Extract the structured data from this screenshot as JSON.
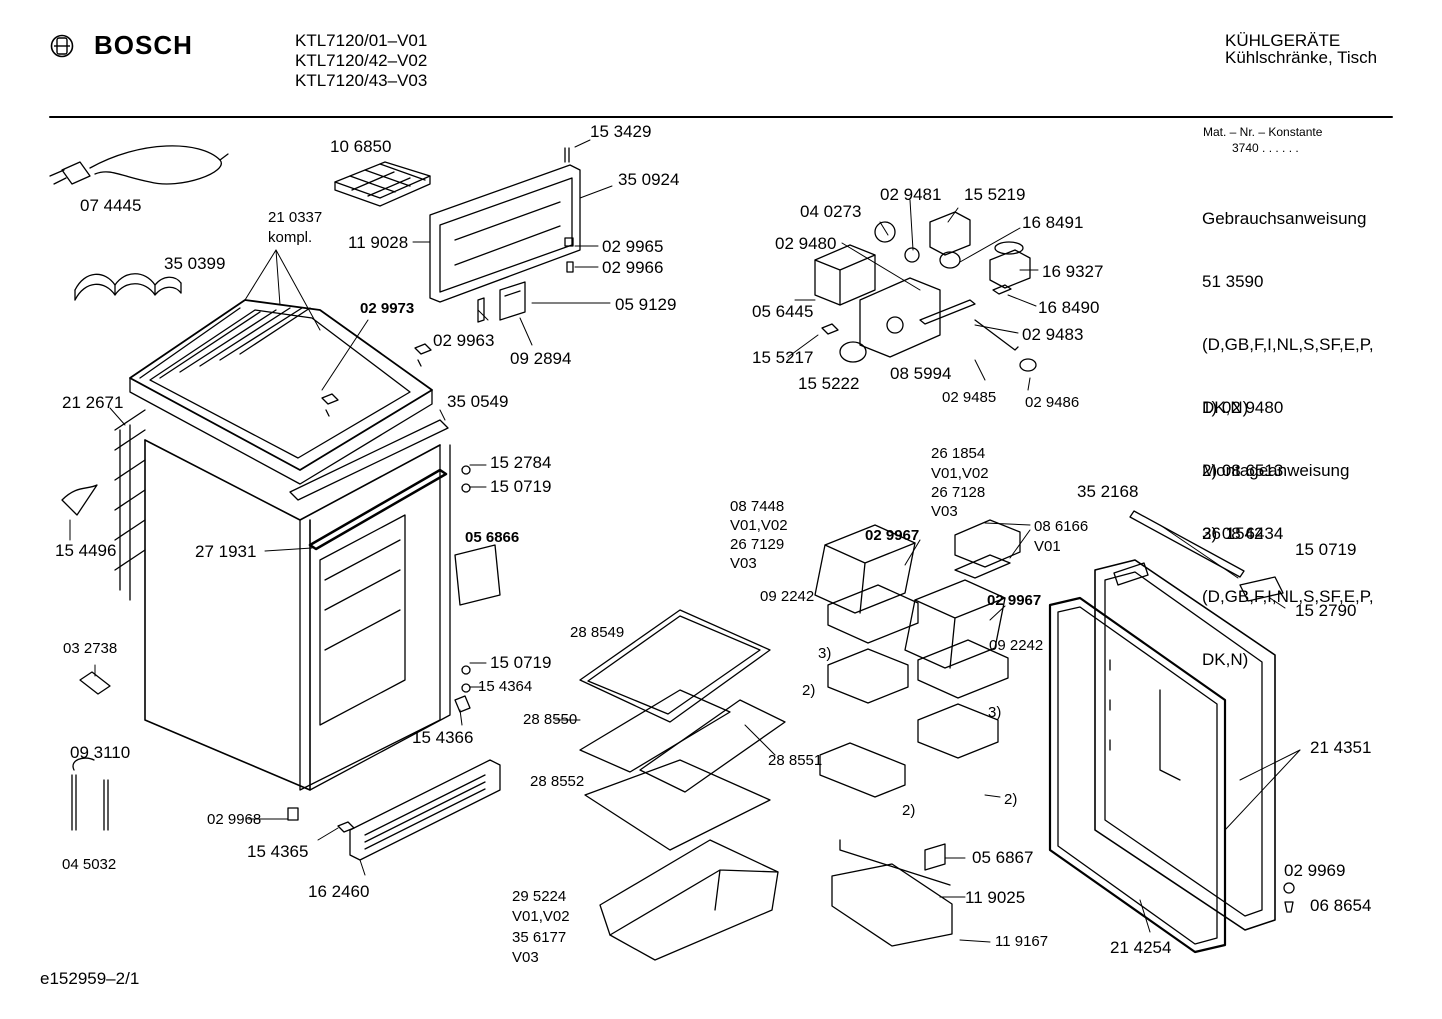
{
  "header": {
    "brand": "BOSCH",
    "models": [
      "KTL7120/01–V01",
      "KTL7120/42–V02",
      "KTL7120/43–V03"
    ],
    "category": "KÜHLGERÄTE",
    "subcategory": "Kühlschränke, Tisch",
    "logo_icon": "bosch-armature-logo-icon"
  },
  "sidebar": {
    "mat_label": "Mat. – Nr. – Konstante",
    "mat_value": "3740  .  .    .  .  .  .",
    "notes": [
      "Gebrauchsanweisung",
      "51 3590",
      "(D,GB,F,I,NL,S,SF,E,P,",
      "DK,N)",
      "Montageanweisung",
      "26 1542",
      "(D,GB,F,I,NL,S,SF,E,P,",
      "DK,N)"
    ],
    "footnotes": [
      "1) 02 9480",
      "2) 08 6513",
      "3) 08 6434"
    ]
  },
  "footer": {
    "doc_id": "e152959–2/1"
  },
  "parts": [
    {
      "id": "p1",
      "text": "07 4445"
    },
    {
      "id": "p2",
      "text": "10 6850"
    },
    {
      "id": "p3",
      "text": "15 3429"
    },
    {
      "id": "p4",
      "text": "35 0924"
    },
    {
      "id": "p5",
      "text": "21 0337"
    },
    {
      "id": "p6",
      "text": "kompl."
    },
    {
      "id": "p7",
      "text": "11 9028"
    },
    {
      "id": "p8",
      "text": "02 9965"
    },
    {
      "id": "p9",
      "text": "02 9966"
    },
    {
      "id": "p10",
      "text": "35 0399"
    },
    {
      "id": "p11",
      "text": "02 9973",
      "bold": true
    },
    {
      "id": "p12",
      "text": "05 9129"
    },
    {
      "id": "p13",
      "text": "02 9963"
    },
    {
      "id": "p14",
      "text": "09 2894"
    },
    {
      "id": "p15",
      "text": "04 0273"
    },
    {
      "id": "p16",
      "text": "02 9481"
    },
    {
      "id": "p17",
      "text": "15 5219"
    },
    {
      "id": "p18",
      "text": "16 8491"
    },
    {
      "id": "p19",
      "text": "02 9480"
    },
    {
      "id": "p20",
      "text": "16 9327"
    },
    {
      "id": "p21",
      "text": "16 8490"
    },
    {
      "id": "p22",
      "text": "05 6445"
    },
    {
      "id": "p23",
      "text": "02 9483"
    },
    {
      "id": "p24",
      "text": "15 5217"
    },
    {
      "id": "p25",
      "text": "15 5222"
    },
    {
      "id": "p26",
      "text": "08 5994"
    },
    {
      "id": "p27",
      "text": "02 9485"
    },
    {
      "id": "p28",
      "text": "02 9486"
    },
    {
      "id": "p29",
      "text": "21 2671"
    },
    {
      "id": "p30",
      "text": "35 0549"
    },
    {
      "id": "p31",
      "text": "15 2784"
    },
    {
      "id": "p32",
      "text": "15 0719"
    },
    {
      "id": "p33",
      "text": "15 4496"
    },
    {
      "id": "p34",
      "text": "27 1931"
    },
    {
      "id": "p35",
      "text": "05 6866",
      "bold": true
    },
    {
      "id": "p36",
      "text": "26 1854"
    },
    {
      "id": "p37",
      "text": "V01,V02"
    },
    {
      "id": "p38",
      "text": "26 7128"
    },
    {
      "id": "p39",
      "text": "V03"
    },
    {
      "id": "p40",
      "text": "08 7448"
    },
    {
      "id": "p41",
      "text": "V01,V02"
    },
    {
      "id": "p42",
      "text": "26 7129"
    },
    {
      "id": "p43",
      "text": "V03"
    },
    {
      "id": "p44",
      "text": "02 9967",
      "bold": true
    },
    {
      "id": "p45",
      "text": "08 6166"
    },
    {
      "id": "p46",
      "text": "V01"
    },
    {
      "id": "p47",
      "text": "35 2168"
    },
    {
      "id": "p48",
      "text": "15 0719"
    },
    {
      "id": "p49",
      "text": "09 2242"
    },
    {
      "id": "p50",
      "text": "02 9967",
      "bold": true
    },
    {
      "id": "p51",
      "text": "15 2790"
    },
    {
      "id": "p52",
      "text": "09 2242"
    },
    {
      "id": "p53",
      "text": "28 8549"
    },
    {
      "id": "p54",
      "text": "03 2738"
    },
    {
      "id": "p55",
      "text": "15 0719"
    },
    {
      "id": "p56",
      "text": "15 4364"
    },
    {
      "id": "p57",
      "text": "3)"
    },
    {
      "id": "p58",
      "text": "2)"
    },
    {
      "id": "p59",
      "text": "3)"
    },
    {
      "id": "p60",
      "text": "15 4366"
    },
    {
      "id": "p61",
      "text": "28 8550"
    },
    {
      "id": "p62",
      "text": "28 8551"
    },
    {
      "id": "p63",
      "text": "21 4351"
    },
    {
      "id": "p64",
      "text": "09 3110"
    },
    {
      "id": "p65",
      "text": "28 8552"
    },
    {
      "id": "p66",
      "text": "2)"
    },
    {
      "id": "p67",
      "text": "2)"
    },
    {
      "id": "p68",
      "text": "02 9968"
    },
    {
      "id": "p69",
      "text": "15 4365"
    },
    {
      "id": "p70",
      "text": "05 6867"
    },
    {
      "id": "p71",
      "text": "04 5032"
    },
    {
      "id": "p72",
      "text": "16 2460"
    },
    {
      "id": "p73",
      "text": "02 9969"
    },
    {
      "id": "p74",
      "text": "29 5224"
    },
    {
      "id": "p75",
      "text": "11 9025"
    },
    {
      "id": "p76",
      "text": "V01,V02"
    },
    {
      "id": "p77",
      "text": "06 8654"
    },
    {
      "id": "p78",
      "text": "35 6177"
    },
    {
      "id": "p79",
      "text": "21 4254"
    },
    {
      "id": "p80",
      "text": "11 9167"
    },
    {
      "id": "p81",
      "text": "V03"
    }
  ]
}
